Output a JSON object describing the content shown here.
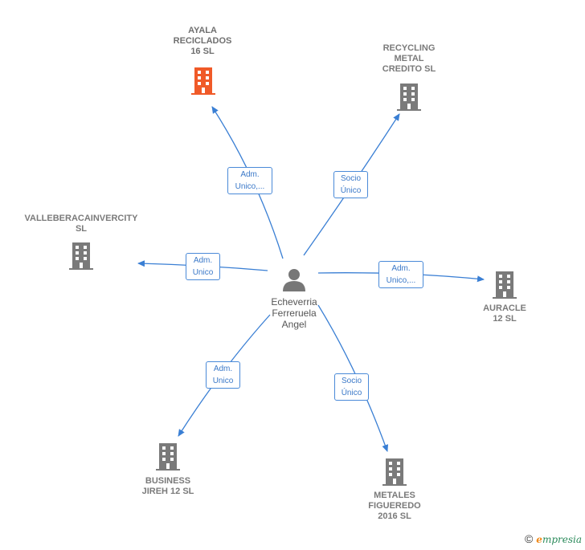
{
  "center": {
    "name": "Echeverria\nFerreruela\nAngel",
    "icon": "person-icon"
  },
  "companies": [
    {
      "id": "ayala",
      "name": "AYALA\nRECICLADOS\n16  SL",
      "icon": "building-icon",
      "color": "#f05a28",
      "highlight": true
    },
    {
      "id": "recycling",
      "name": "RECYCLING\nMETAL\nCREDITO  SL",
      "icon": "building-icon",
      "color": "#7a7a7a"
    },
    {
      "id": "valle",
      "name": "VALLEBERACAINVERCITY\nSL",
      "icon": "building-icon",
      "color": "#7a7a7a"
    },
    {
      "id": "auracle",
      "name": "AURACLE\n12 SL",
      "icon": "building-icon",
      "color": "#7a7a7a"
    },
    {
      "id": "business",
      "name": "BUSINESS\nJIREH 12 SL",
      "icon": "building-icon",
      "color": "#7a7a7a"
    },
    {
      "id": "metales",
      "name": "METALES\nFIGUEREDO\n2016  SL",
      "icon": "building-icon",
      "color": "#7a7a7a"
    }
  ],
  "relations": [
    {
      "target": "ayala",
      "label": "Adm.\nUnico,..."
    },
    {
      "target": "recycling",
      "label": "Socio\nÚnico"
    },
    {
      "target": "valle",
      "label": "Adm.\nUnico"
    },
    {
      "target": "auracle",
      "label": "Adm.\nUnico,..."
    },
    {
      "target": "business",
      "label": "Adm.\nUnico"
    },
    {
      "target": "metales",
      "label": "Socio\nÚnico"
    }
  ],
  "footer": {
    "copyright": "©",
    "brand_initial": "e",
    "brand_rest": "mpresia"
  },
  "colors": {
    "edge": "#3a7fd4",
    "building": "#7a7a7a",
    "highlight": "#f05a28"
  }
}
